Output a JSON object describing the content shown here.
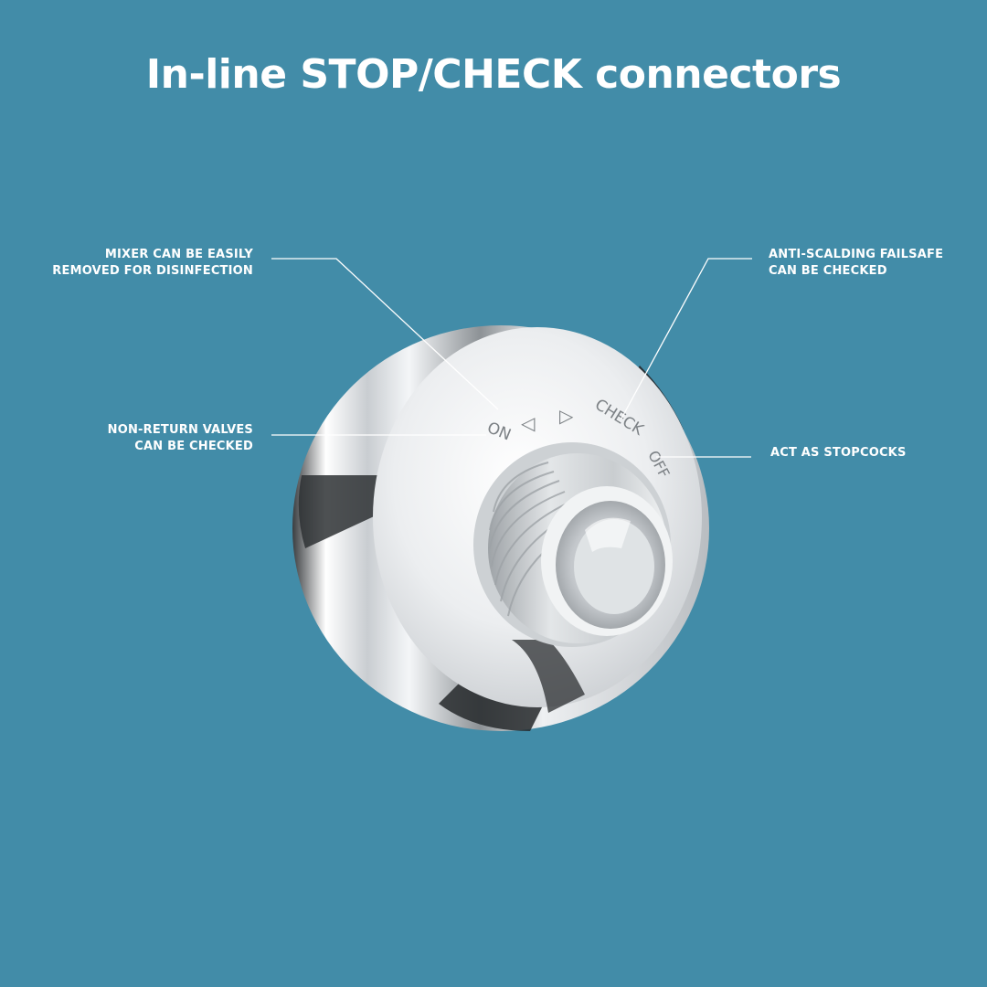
{
  "title": "In-line STOP/CHECK connectors",
  "callouts": {
    "mixer": {
      "line1": "MIXER CAN BE EASILY",
      "line2": "REMOVED FOR DISINFECTION"
    },
    "antiscald": {
      "line1": "ANTI-SCALDING FAILSAFE",
      "line2": "CAN BE CHECKED"
    },
    "nonreturn": {
      "line1": "NON-RETURN VALVES",
      "line2": "CAN BE CHECKED"
    },
    "stopcocks": {
      "line1": "ACT AS STOPCOCKS"
    }
  },
  "dial_labels": {
    "on": "ON",
    "check": "CHECK",
    "off": "OFF"
  },
  "colors": {
    "background": "#428ca8",
    "text": "#ffffff",
    "leader_line": "#ffffff"
  }
}
